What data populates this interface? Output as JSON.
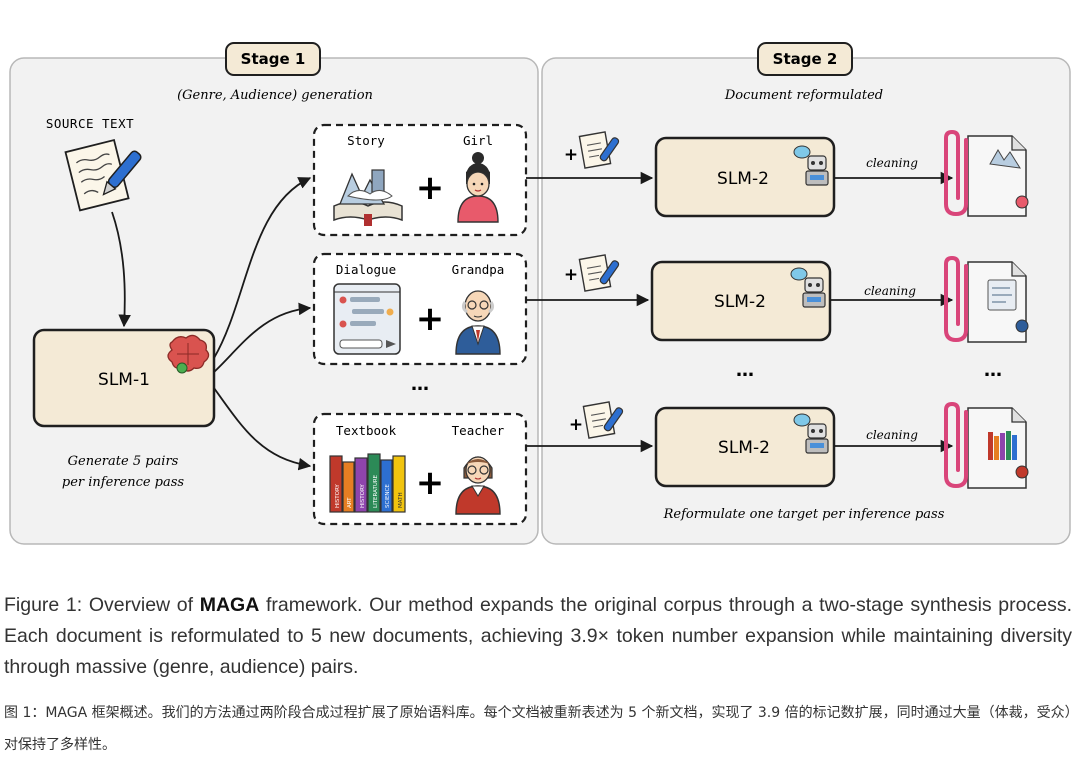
{
  "stage1": {
    "title": "Stage 1",
    "heading": "(Genre, Audience) generation",
    "source_label": "SOURCE TEXT",
    "model_label": "SLM-1",
    "note_line1": "Generate 5 pairs",
    "note_line2": "per inference pass",
    "pairs": [
      {
        "genre": "Story",
        "audience": "Girl"
      },
      {
        "genre": "Dialogue",
        "audience": "Grandpa"
      },
      {
        "genre": "Textbook",
        "audience": "Teacher"
      }
    ],
    "ellipsis": "…",
    "book_spines": [
      "HISTORY",
      "ART",
      "HISTORY",
      "LITERATURE",
      "SCIENCE",
      "MATH"
    ]
  },
  "stage2": {
    "title": "Stage 2",
    "heading": "Document reformulated",
    "model_label": "SLM-2",
    "edge_label": "cleaning",
    "plus_sign": "+",
    "ellipsis_mid": "…",
    "ellipsis_right": "…",
    "footer": "Reformulate one target per inference pass"
  },
  "caption": {
    "en_prefix": "Figure 1: Overview of ",
    "en_bold": "MAGA",
    "en_rest": " framework. Our method expands the original corpus through a two-stage synthesis process. Each document is reformulated to 5 new documents, achieving 3.9× token number expansion while maintaining diversity through massive (genre, audience) pairs.",
    "zh": "图 1：MAGA 框架概述。我们的方法通过两阶段合成过程扩展了原始语料库。每个文档被重新表述为 5 个新文档，实现了 3.9 倍的标记数扩展，同时通过大量（体裁，受众）对保持了多样性。"
  },
  "colors": {
    "panel_bg": "#f2f2f2",
    "panel_border": "#b8b8b8",
    "box_fill": "#f4ead6",
    "box_border": "#1f1f1f",
    "clip": "#d9457a",
    "pen": "#2d6fd0"
  }
}
